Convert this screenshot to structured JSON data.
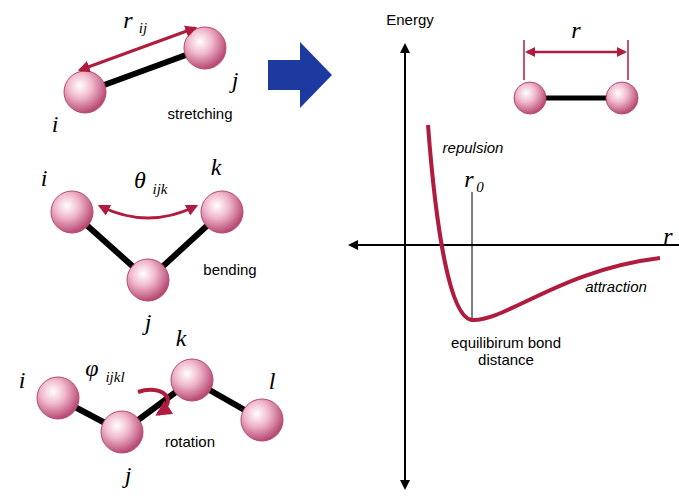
{
  "diagram": {
    "labels": [
      "r",
      "ij",
      "i",
      "j",
      "stretching",
      "i",
      "θ",
      "ijk",
      "k",
      "bending",
      "j",
      "k",
      "i",
      "φ",
      "ijkl",
      "j",
      "l",
      "rotation",
      "Energy",
      "r",
      "repulsion",
      "r",
      "0",
      "attraction",
      "equilibirum bond distance",
      "r"
    ]
  }
}
